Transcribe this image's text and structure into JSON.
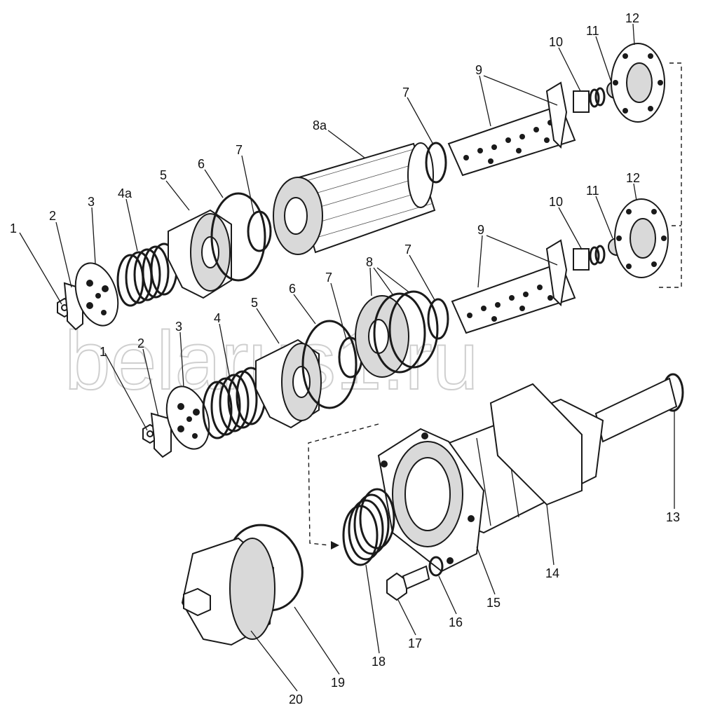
{
  "watermark": "belarus1.ru",
  "callouts": {
    "c1a": "1",
    "c2a": "2",
    "c3a": "3",
    "c4a": "4a",
    "c5a": "5",
    "c6a": "6",
    "c7a": "7",
    "c8a": "8a",
    "c7b": "7",
    "c9a": "9",
    "c10a": "10",
    "c11a": "11",
    "c12a": "12",
    "c1b": "1",
    "c2b": "2",
    "c3b": "3",
    "c4b": "4",
    "c5b": "5",
    "c6b": "6",
    "c7c": "7",
    "c8b": "8",
    "c7d": "7",
    "c9b": "9",
    "c10b": "10",
    "c11b": "11",
    "c12b": "12",
    "c13": "13",
    "c14": "14",
    "c15": "15",
    "c16": "16",
    "c17": "17",
    "c18": "18",
    "c19": "19",
    "c20": "20"
  }
}
